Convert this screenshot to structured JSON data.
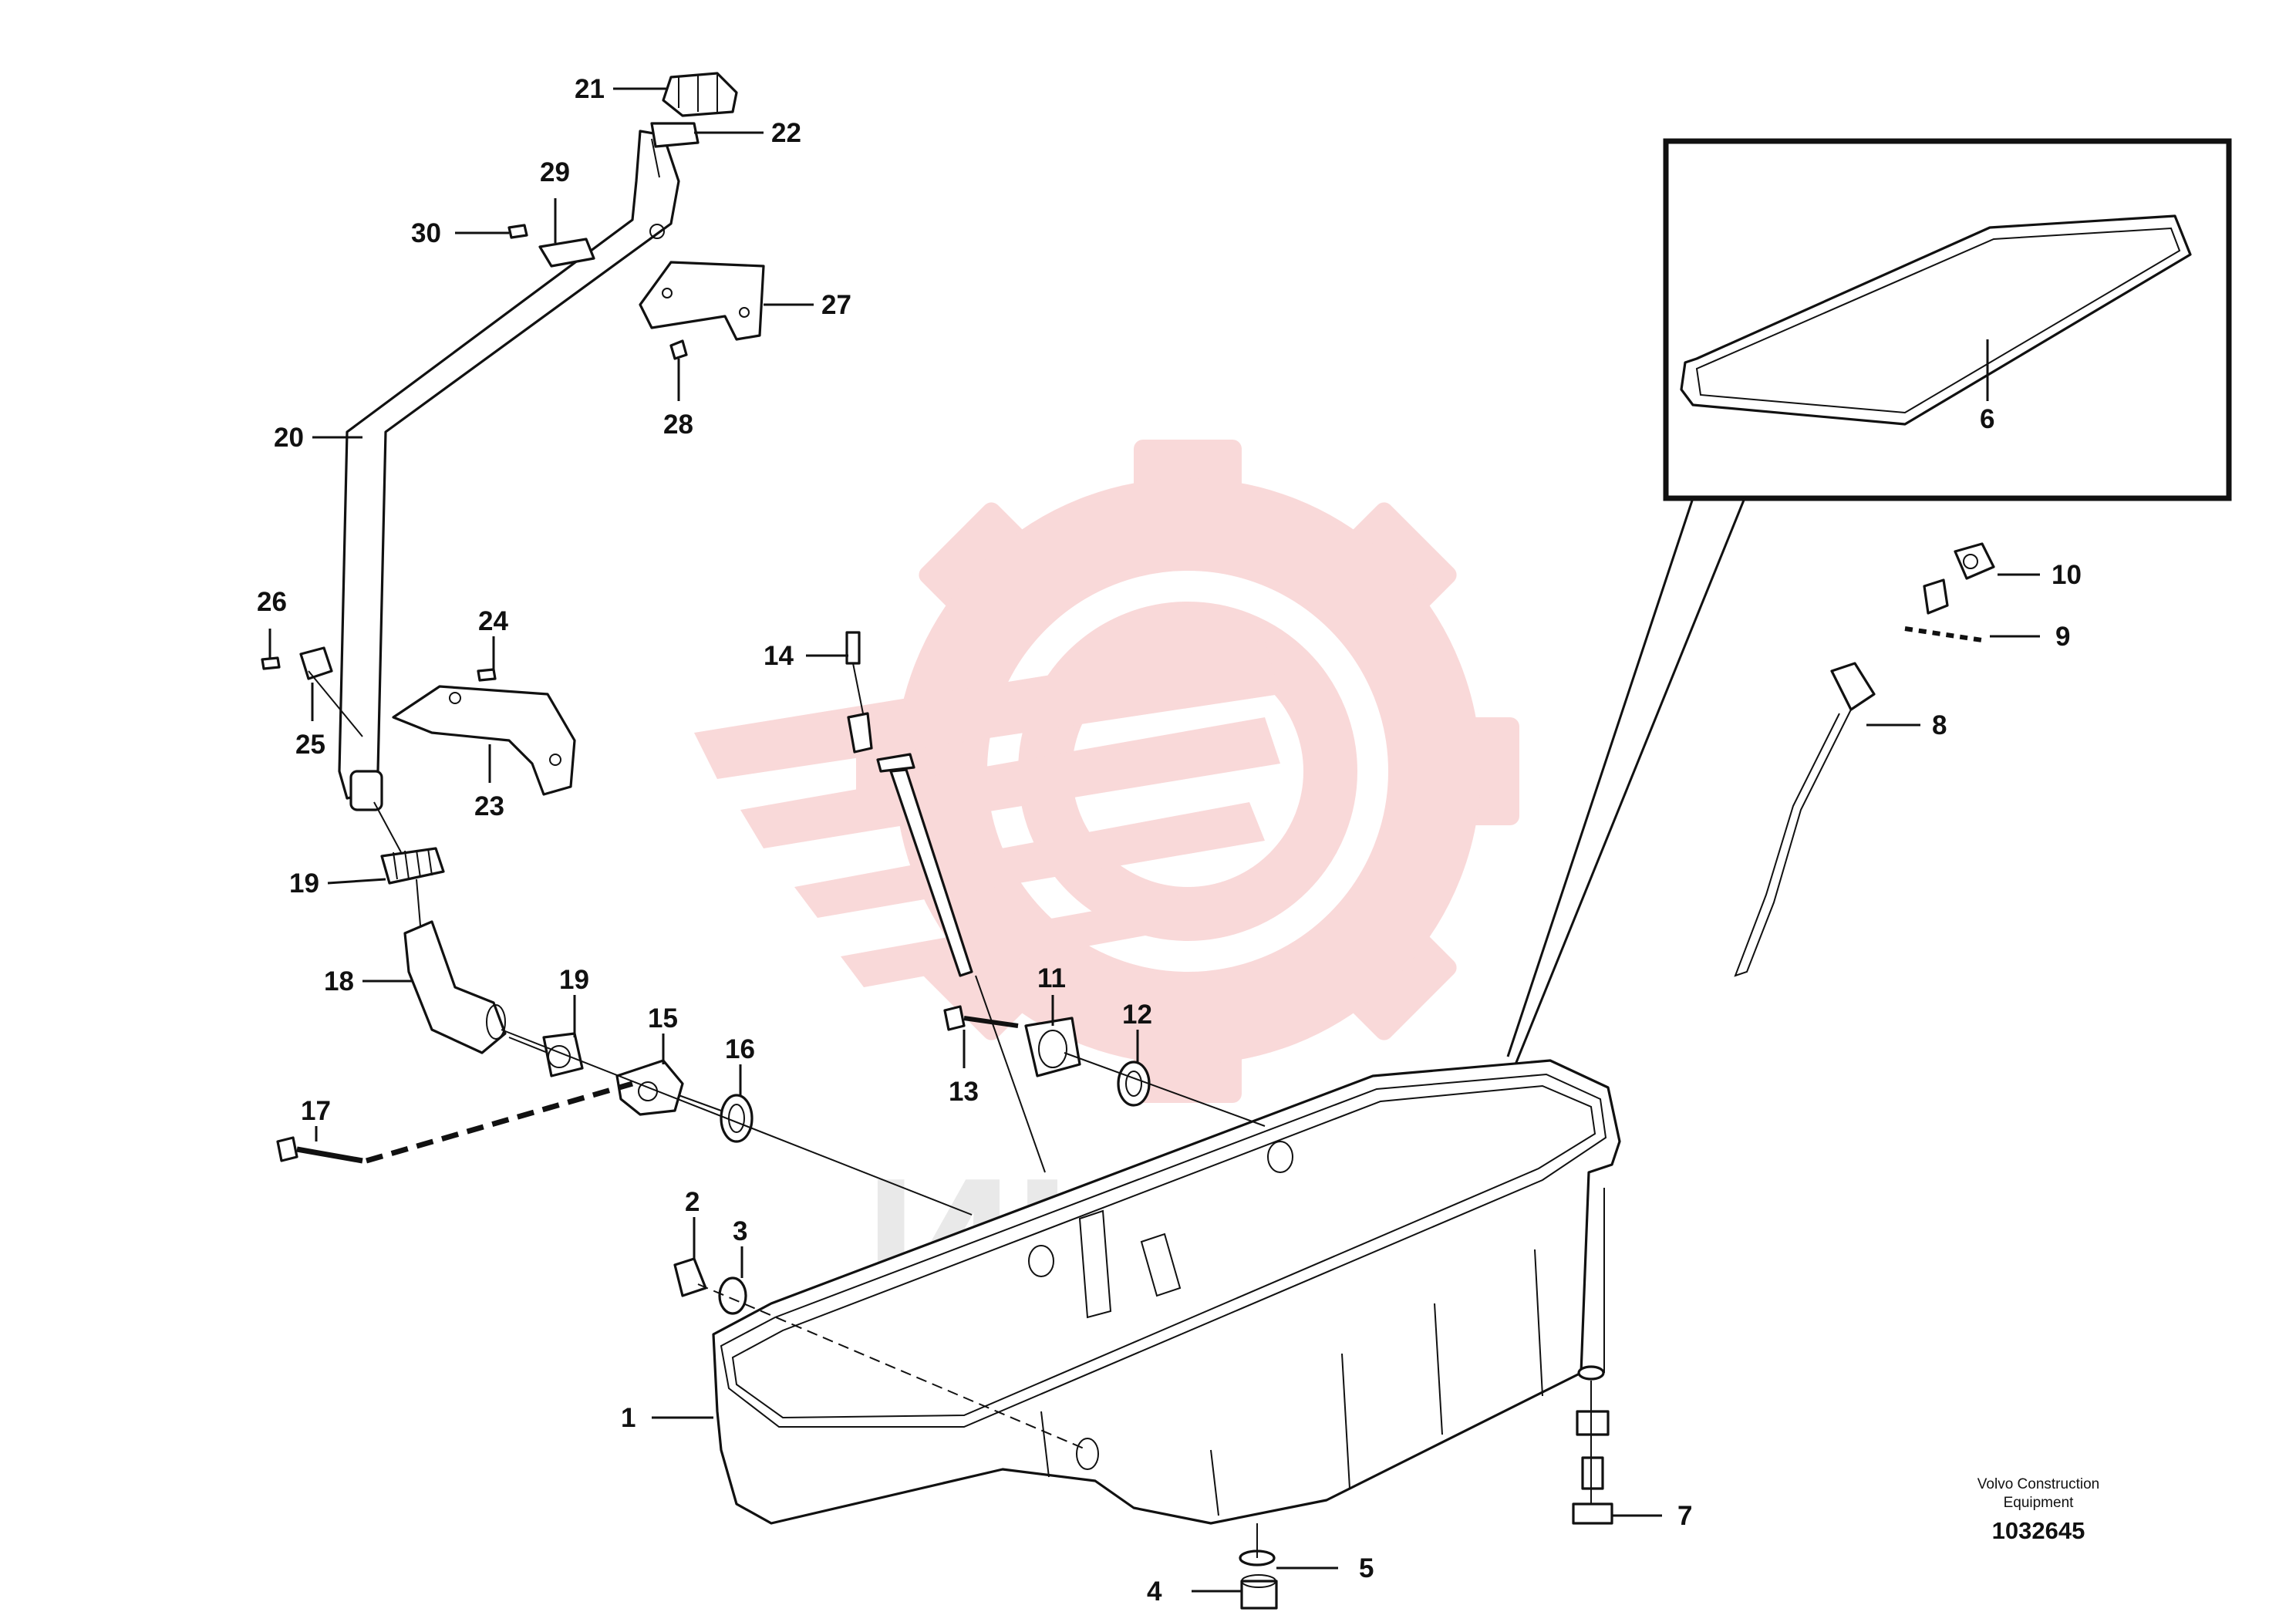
{
  "diagram": {
    "callouts": [
      "1",
      "2",
      "3",
      "4",
      "5",
      "6",
      "7",
      "8",
      "9",
      "10",
      "11",
      "12",
      "13",
      "14",
      "15",
      "16",
      "17",
      "18",
      "19",
      "19",
      "20",
      "21",
      "22",
      "23",
      "24",
      "25",
      "26",
      "27",
      "28",
      "29",
      "30"
    ],
    "manufacturer": "Volvo Construction",
    "manufacturer_line2": "Equipment",
    "drawing_number": "1032645",
    "watermark_text": "ИНТЕХ"
  },
  "colors": {
    "line": "#111111",
    "watermark_logo": "#f8d2d2",
    "watermark_text": "#e9e9e9",
    "background": "#ffffff"
  }
}
